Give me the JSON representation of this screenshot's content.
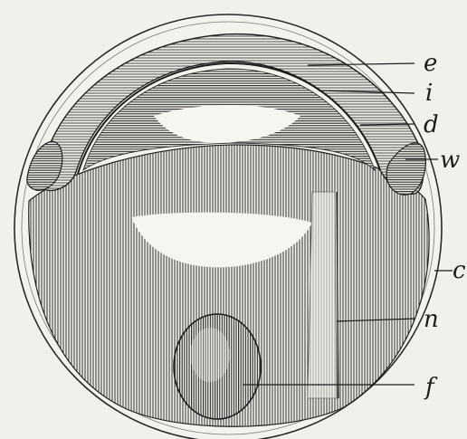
{
  "figure": {
    "labels": [
      {
        "id": "e",
        "text": "e"
      },
      {
        "id": "i",
        "text": "i"
      },
      {
        "id": "d",
        "text": "d"
      },
      {
        "id": "w",
        "text": "w"
      },
      {
        "id": "c",
        "text": "c"
      },
      {
        "id": "n",
        "text": "n"
      },
      {
        "id": "f",
        "text": "f"
      }
    ]
  },
  "colors": {
    "background": "#f1f0ea",
    "ink": "#1c1c1c",
    "hatch_dark": "#3a3a3a",
    "hatch_light": "#8a8a86"
  }
}
